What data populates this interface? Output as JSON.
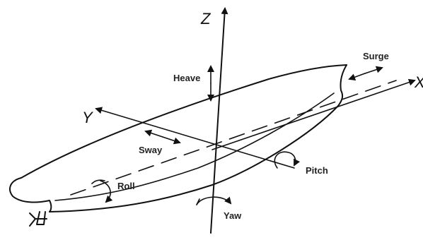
{
  "axes": {
    "z": "Z",
    "x": "X",
    "y": "Y"
  },
  "motions": {
    "heave": "Heave",
    "surge": "Surge",
    "sway": "Sway",
    "roll": "Roll",
    "pitch": "Pitch",
    "yaw": "Yaw"
  }
}
